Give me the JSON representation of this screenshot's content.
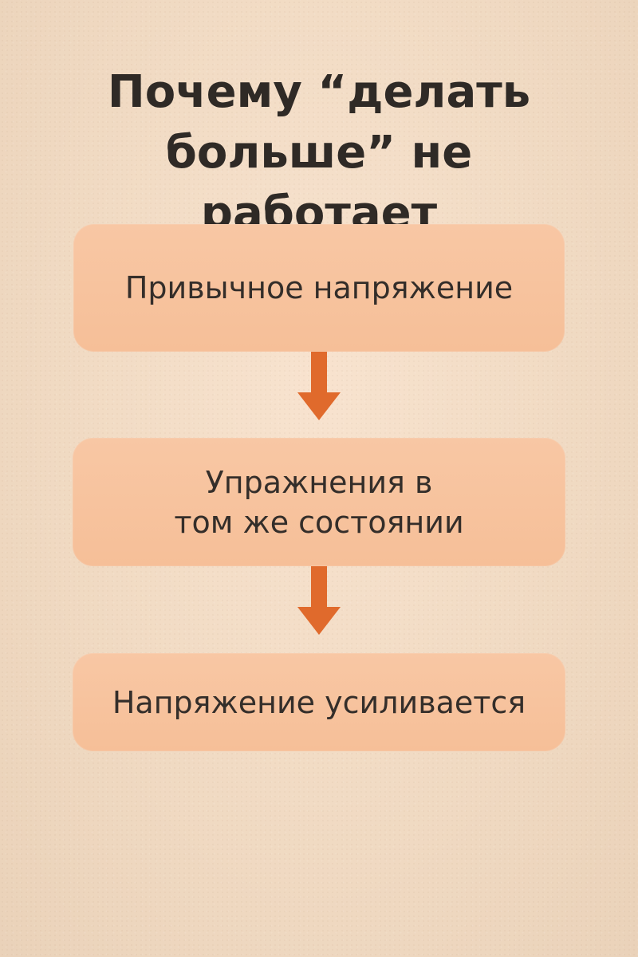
{
  "title": {
    "line1": "Почему “делать",
    "line2": "больше” не работает"
  },
  "steps": [
    {
      "lines": [
        "Привычное напряжение"
      ]
    },
    {
      "lines": [
        "Упражнения в",
        "том же состоянии"
      ]
    },
    {
      "lines": [
        "Напряжение усиливается"
      ]
    }
  ],
  "colors": {
    "background": "#f2dcc5",
    "box_fill": "#f6bf98",
    "arrow": "#e06a2c",
    "text": "#2f2a26"
  },
  "icons": [
    "arrow-down-icon",
    "arrow-down-icon"
  ]
}
